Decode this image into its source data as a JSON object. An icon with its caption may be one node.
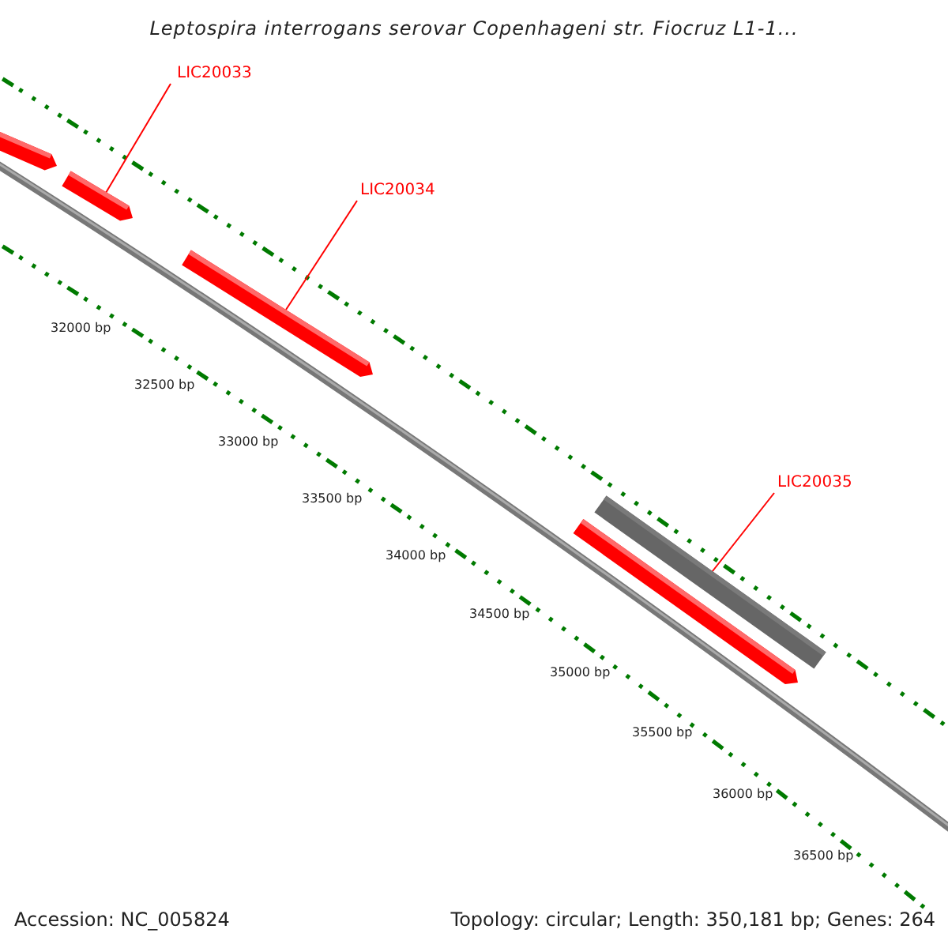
{
  "diagram": {
    "title": "Leptospira interrogans serovar Copenhageni str. Fiocruz L1-1...",
    "nodes": [
      {
        "text": [
          "LIC20033"
        ]
      },
      {
        "text": [],
        "shape": "arrow"
      },
      {
        "text": [
          "LIC20034"
        ]
      },
      {
        "text": [],
        "shape": "arrow"
      },
      {
        "text": [
          "LIC20035"
        ]
      },
      {
        "text": [],
        "shape": "bar"
      }
    ],
    "edges": [
      {
        "from": 0,
        "to": 1,
        "arrow": "none"
      },
      {
        "from": 2,
        "to": 3,
        "arrow": "none"
      },
      {
        "from": 4,
        "to": 5,
        "arrow": "none"
      }
    ],
    "labels": [
      "32000 bp",
      "32500 bp",
      "33000 bp",
      "33500 bp",
      "34000 bp",
      "34500 bp",
      "35000 bp",
      "35500 bp",
      "36000 bp",
      "36500 bp",
      "Accession: NC_005824",
      "Topology: circular; Length: 350,181 bp; Genes: 264"
    ]
  }
}
